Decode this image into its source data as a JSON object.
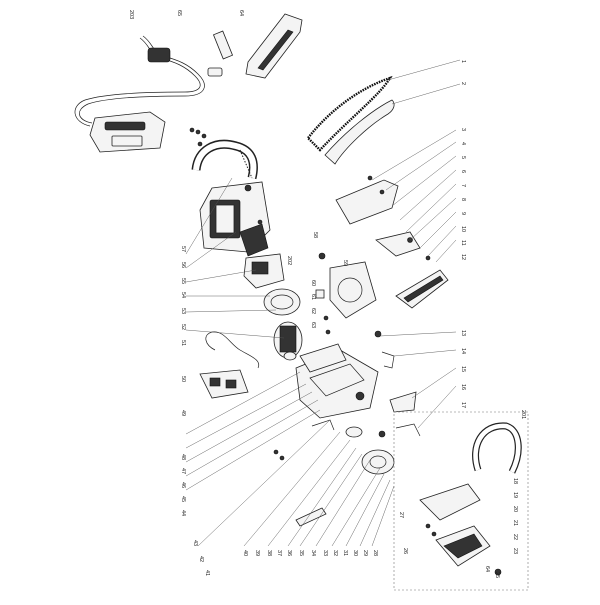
{
  "diagram": {
    "callouts_right": [
      "1",
      "2",
      "3",
      "4",
      "5",
      "6",
      "7",
      "8",
      "9",
      "10",
      "11",
      "12",
      "13",
      "14",
      "15",
      "16",
      "17",
      "18",
      "19",
      "20",
      "21",
      "22",
      "23"
    ],
    "callouts_bottom": [
      "43",
      "42",
      "41",
      "40",
      "39",
      "38",
      "37",
      "36",
      "35",
      "34",
      "33",
      "32",
      "31",
      "30",
      "29",
      "28"
    ],
    "callouts_left": [
      "57",
      "56",
      "55",
      "54",
      "53",
      "52",
      "51",
      "50",
      "49",
      "48",
      "47",
      "46",
      "45",
      "44"
    ],
    "callouts_top": [
      "203",
      "65",
      "64"
    ],
    "callouts_mid": [
      "60",
      "61",
      "62",
      "63",
      "201",
      "202",
      "58",
      "59",
      "64",
      "25",
      "26",
      "27"
    ],
    "inset_label": "201"
  }
}
